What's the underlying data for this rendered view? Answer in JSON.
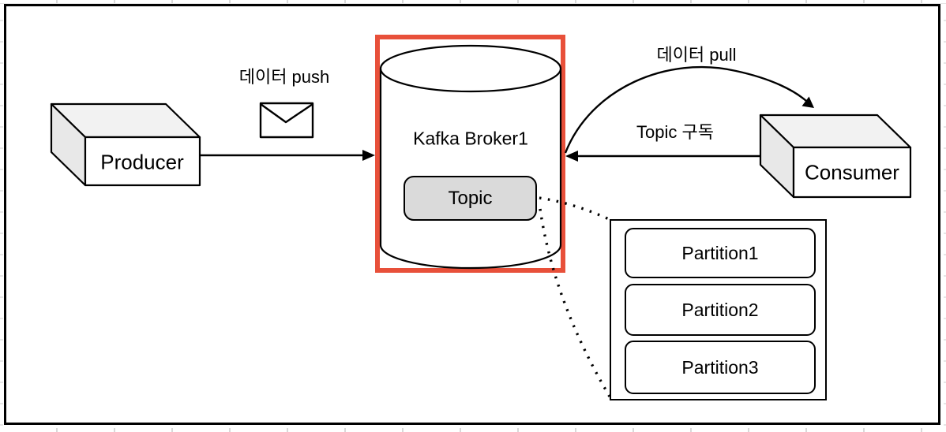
{
  "diagram": {
    "title_hint": "Kafka broker data flow diagram",
    "nodes": {
      "producer_label": "Producer",
      "broker_label": "Kafka Broker1",
      "topic_label": "Topic",
      "consumer_label": "Consumer"
    },
    "edges": {
      "push_label": "데이터 push",
      "pull_label": "데이터 pull",
      "subscribe_label": "Topic 구독"
    },
    "partitions": [
      "Partition1",
      "Partition2",
      "Partition3"
    ]
  },
  "icons": {
    "envelope": "message-envelope"
  },
  "colors": {
    "highlight_red": "#e8503a",
    "cube_top_fill": "#f2f2f2",
    "cube_side_fill": "#e8e8e8",
    "cube_front_fill": "#ffffff",
    "topic_fill": "#dadada",
    "stroke": "#000000",
    "background": "#ffffff"
  }
}
